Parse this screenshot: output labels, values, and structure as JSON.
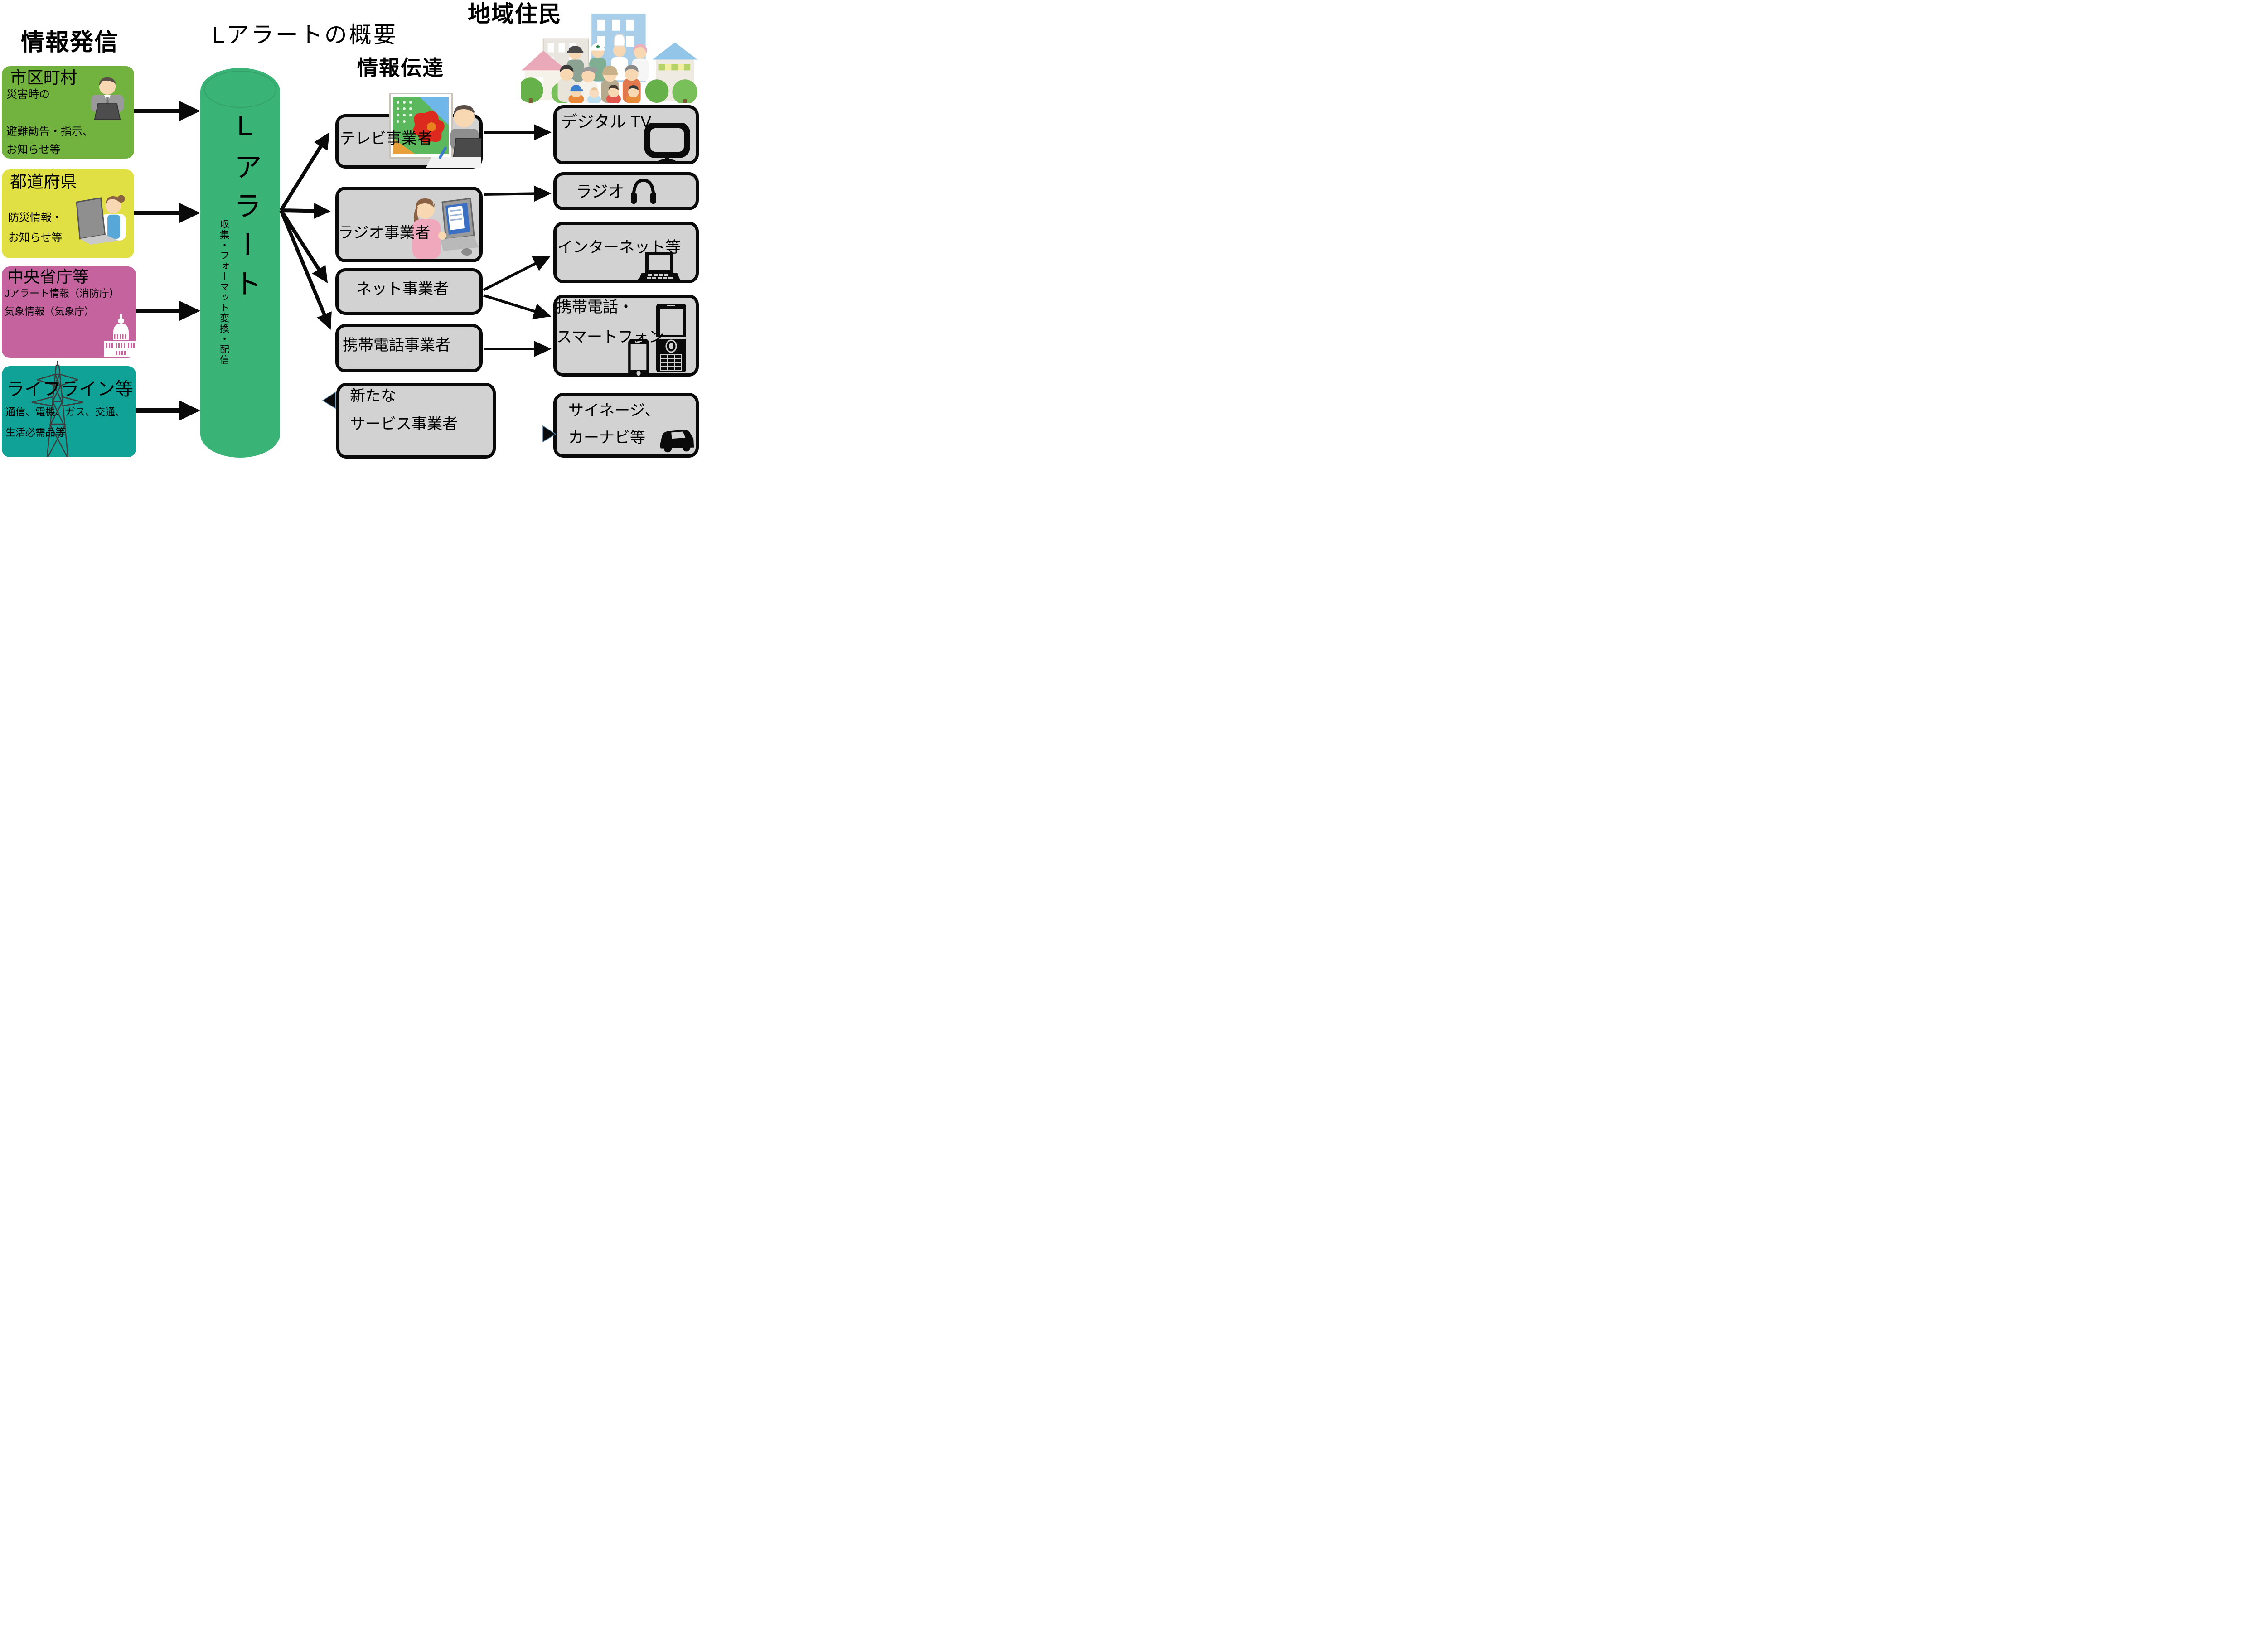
{
  "page_title": "Lアラートの概要",
  "headings": {
    "sources": "情報発信",
    "distribution": "情報伝達",
    "residents": "地域住民"
  },
  "colors": {
    "municipality_green": "#72b340",
    "prefecture_yellow": "#e0e045",
    "ministry_pink": "#c4639e",
    "lifeline_teal": "#10a296",
    "lalert_green": "#3ab377",
    "box_gray": "#d2d2d2"
  },
  "sources": [
    {
      "title": "市区町村",
      "lines": [
        "災害時の",
        "避難勧告・指示、",
        "お知らせ等"
      ]
    },
    {
      "title": "都道府県",
      "lines": [
        "防災情報・",
        "お知らせ等"
      ]
    },
    {
      "title": "中央省庁等",
      "lines": [
        "Jアラート情報（消防庁）",
        "気象情報（気象庁）"
      ]
    },
    {
      "title": "ライフライン等",
      "lines": [
        "通信、電機、ガス、交通、",
        "生活必需品等"
      ]
    }
  ],
  "lalert": {
    "name": "Lアラート",
    "process": "収集・フォーマット変換・配信"
  },
  "distributors": [
    {
      "title": "テレビ事業者"
    },
    {
      "title": "ラジオ事業者"
    },
    {
      "title": "ネット事業者"
    },
    {
      "title": "携帯電話事業者"
    },
    {
      "line1": "新たな",
      "line2": "サービス事業者"
    }
  ],
  "receivers": [
    {
      "title": "デジタル TV"
    },
    {
      "title": "ラジオ"
    },
    {
      "title": "インターネット等"
    },
    {
      "line1": "携帯電話・",
      "line2": "スマートフォン"
    },
    {
      "line1": "サイネージ、",
      "line2": "カーナビ等"
    }
  ]
}
